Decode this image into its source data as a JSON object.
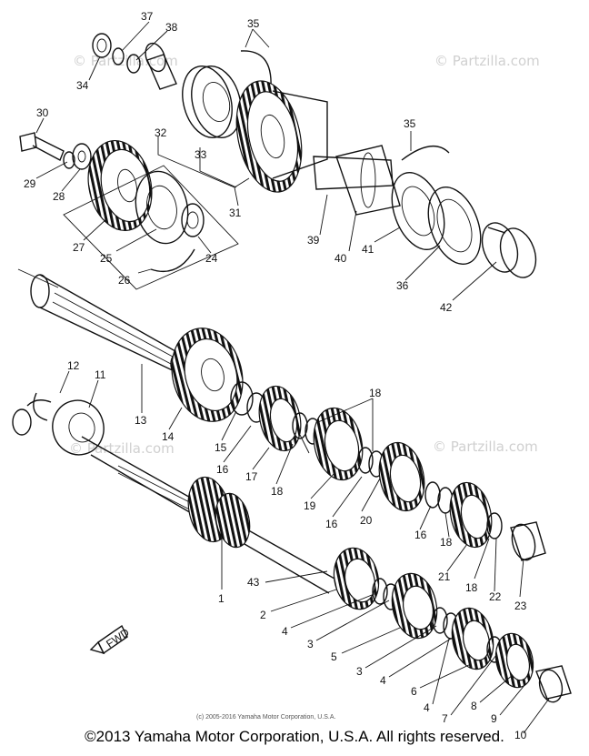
{
  "watermarks": [
    "© Partzilla.com",
    "© Partzilla.com",
    "© Partzilla.com",
    "© Partzilla.com"
  ],
  "diagram_credit": "(c) 2005-2016 Yamaha Motor Corporation, U.S.A.",
  "fwd_tag": "FWD",
  "copyright": "©2013 Yamaha Motor Corporation, U.S.A. All rights reserved.",
  "callouts": {
    "c37": "37",
    "c38": "38",
    "c35a": "35",
    "c34": "34",
    "c30": "30",
    "c32": "32",
    "c33": "33",
    "c29": "29",
    "c28": "28",
    "c35b": "35",
    "c31": "31",
    "c27": "27",
    "c25": "25",
    "c24": "24",
    "c26": "26",
    "c39": "39",
    "c40": "40",
    "c41": "41",
    "c36": "36",
    "c42": "42",
    "c12": "12",
    "c11": "11",
    "c13": "13",
    "c14": "14",
    "c15": "15",
    "c16a": "16",
    "c17": "17",
    "c18a": "18",
    "c18b": "18",
    "c19": "19",
    "c16b": "16",
    "c20": "20",
    "c16c": "16",
    "c18c": "18",
    "c21": "21",
    "c18d": "18",
    "c22": "22",
    "c23": "23",
    "c1": "1",
    "c43": "43",
    "c2": "2",
    "c4a": "4",
    "c3a": "3",
    "c5": "5",
    "c3b": "3",
    "c4b": "4",
    "c6": "6",
    "c4c": "4",
    "c7": "7",
    "c8": "8",
    "c9": "9",
    "c10": "10"
  }
}
